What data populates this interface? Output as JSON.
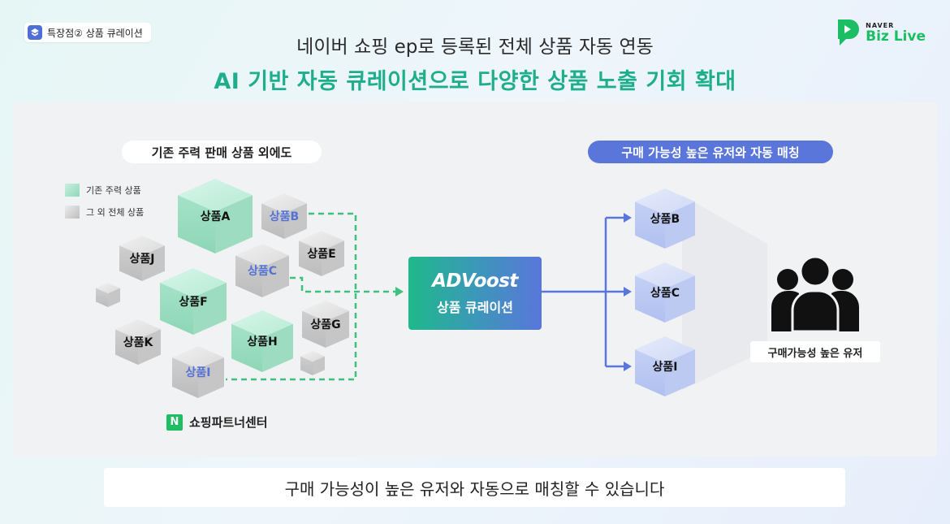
{
  "header": {
    "badge_label": "특장점② 상품 큐레이션",
    "logo_brand": "NAVER",
    "logo_name": "Biz Live",
    "title_line1": "네이버 쇼핑 ep로 등록된 전체 상품 자동 연동",
    "title_line2": "AI 기반 자동 큐레이션으로 다양한 상품 노출 기회 확대"
  },
  "left": {
    "pill": "기존 주력 판매 상품 외에도",
    "legend": [
      {
        "label": "기존 주력 상품",
        "color": "#a8e3cc"
      },
      {
        "label": "그 외 전체 상품",
        "color": "#d0d0d0"
      }
    ],
    "products": {
      "a": "상품A",
      "b": "상품B",
      "c": "상품C",
      "e": "상품E",
      "f": "상품F",
      "g": "상품G",
      "h": "상품H",
      "i": "상품I",
      "j": "상품J",
      "k": "상품K"
    },
    "source": "쇼핑파트너센터",
    "source_icon": "N"
  },
  "center": {
    "logo": "ADVoost",
    "subtitle": "상품 큐레이션"
  },
  "right": {
    "pill": "구매 가능성 높은 유저와 자동 매칭",
    "products": [
      "상품B",
      "상품C",
      "상품I"
    ],
    "users_label": "구매가능성 높은 유저"
  },
  "caption": "구매 가능성이 높은 유저와 자동으로 매칭할 수 있습니다",
  "colors": {
    "accent_green": "#1fae8c",
    "accent_blue": "#5a76db",
    "naver_green": "#1bbe63"
  }
}
